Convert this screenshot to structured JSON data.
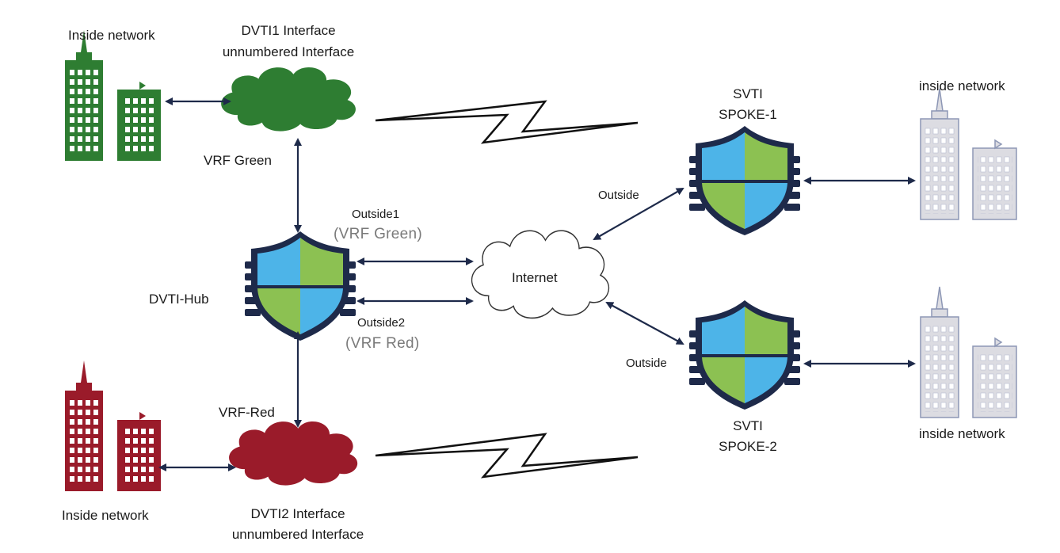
{
  "labels": {
    "green_inside": "Inside network",
    "green_iface_line1": "DVTI1 Interface",
    "green_iface_line2": "unnumbered Interface",
    "vrf_green": "VRF Green",
    "outside1": "Outside1",
    "outside1_vrf": "(VRF Green)",
    "hub": "DVTI-Hub",
    "outside2": "Outside2",
    "outside2_vrf": "(VRF Red)",
    "vrf_red": "VRF-Red",
    "red_inside": "Inside network",
    "red_iface_line1": "DVTI2 Interface",
    "red_iface_line2": "unnumbered Interface",
    "internet": "Internet",
    "spoke1_line1": "SVTI",
    "spoke1_line2": "SPOKE-1",
    "spoke1_outside": "Outside",
    "spoke1_inside": "inside network",
    "spoke2_line1": "SVTI",
    "spoke2_line2": "SPOKE-2",
    "spoke2_outside": "Outside",
    "spoke2_inside": "inside network"
  },
  "colors": {
    "green": "#2e7d32",
    "red": "#9a1b2a",
    "gray_building": "#dcdce2",
    "gray_building_stroke": "#8d97b5",
    "navy": "#1e2a4a",
    "shield_blue": "#4db4e8",
    "shield_green": "#8cc152",
    "arrow": "#1e2a4a"
  },
  "icons": {
    "green_buildings": "building-icon",
    "red_buildings": "building-icon",
    "spoke_buildings": "building-icon",
    "firewall": "firewall-shield-icon",
    "cloud": "cloud-icon",
    "wan_link": "lightning-link-icon"
  }
}
